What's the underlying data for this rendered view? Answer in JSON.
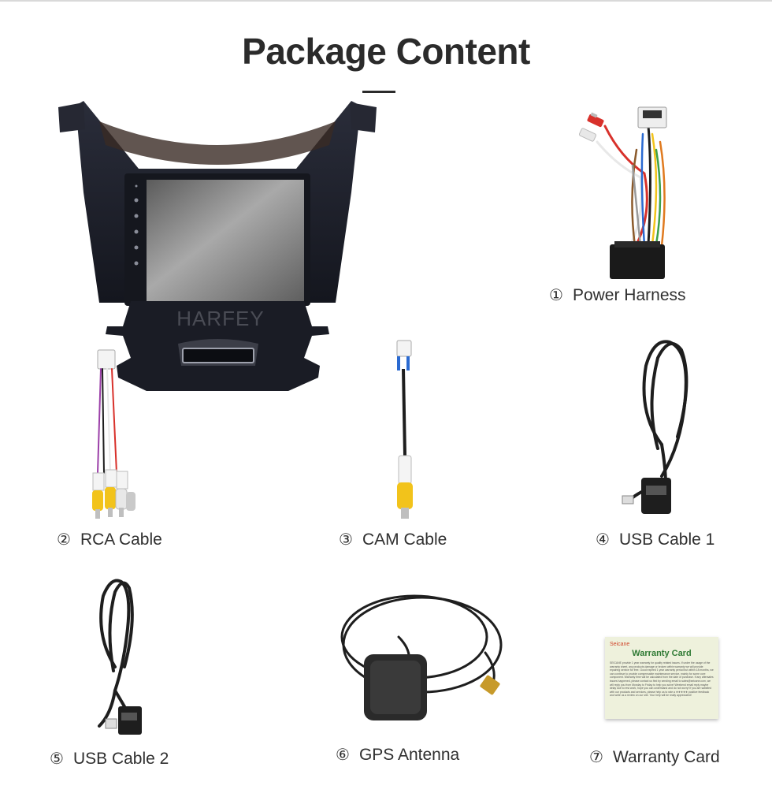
{
  "page": {
    "title": "Package Content"
  },
  "product": {
    "logo_text": "HARFEY"
  },
  "items": [
    {
      "num": "①",
      "label": "Power Harness"
    },
    {
      "num": "②",
      "label": "RCA Cable"
    },
    {
      "num": "③",
      "label": "CAM Cable"
    },
    {
      "num": "④",
      "label": "USB Cable 1"
    },
    {
      "num": "⑤",
      "label": "USB Cable 2"
    },
    {
      "num": "⑥",
      "label": "GPS Antenna"
    },
    {
      "num": "⑦",
      "label": "Warranty Card"
    }
  ],
  "warranty_card": {
    "brand": "Seicane",
    "heading": "Warranty Card",
    "body": "SEICANE provide 1 year warranty for quality related issues. If under the usage of the warranty sheet, any products damage or broken within warranty we will provide repairing service for free. Good expired 1 year warranty period but within 18 months, we can continue to provide compensable maintenance service, mainly for some core component. Warranty time will be calculated from the date of purchase. If any aftersales issues happened, please contact us first by sending email to sales@seicane.com, we will reply you from Monday to Friday to help you solve! Weekend email reply maybe delay due to rest work, hope you can understand and do not worry! If you are satisfied with our products and services, please help us to rate a ★★★★★ positive feedback and write us a review on our site. Your help will be really appreciated!"
  },
  "colors": {
    "title": "#2b2b2b",
    "unit_body": "#1f2230",
    "screen": "#8a8a8a",
    "rca_red": "#d8312b",
    "rca_white": "#e8e8e8",
    "rca_yellow": "#f2c31b",
    "cable_black": "#1e1e1e",
    "warranty_green": "#2f7a34"
  }
}
